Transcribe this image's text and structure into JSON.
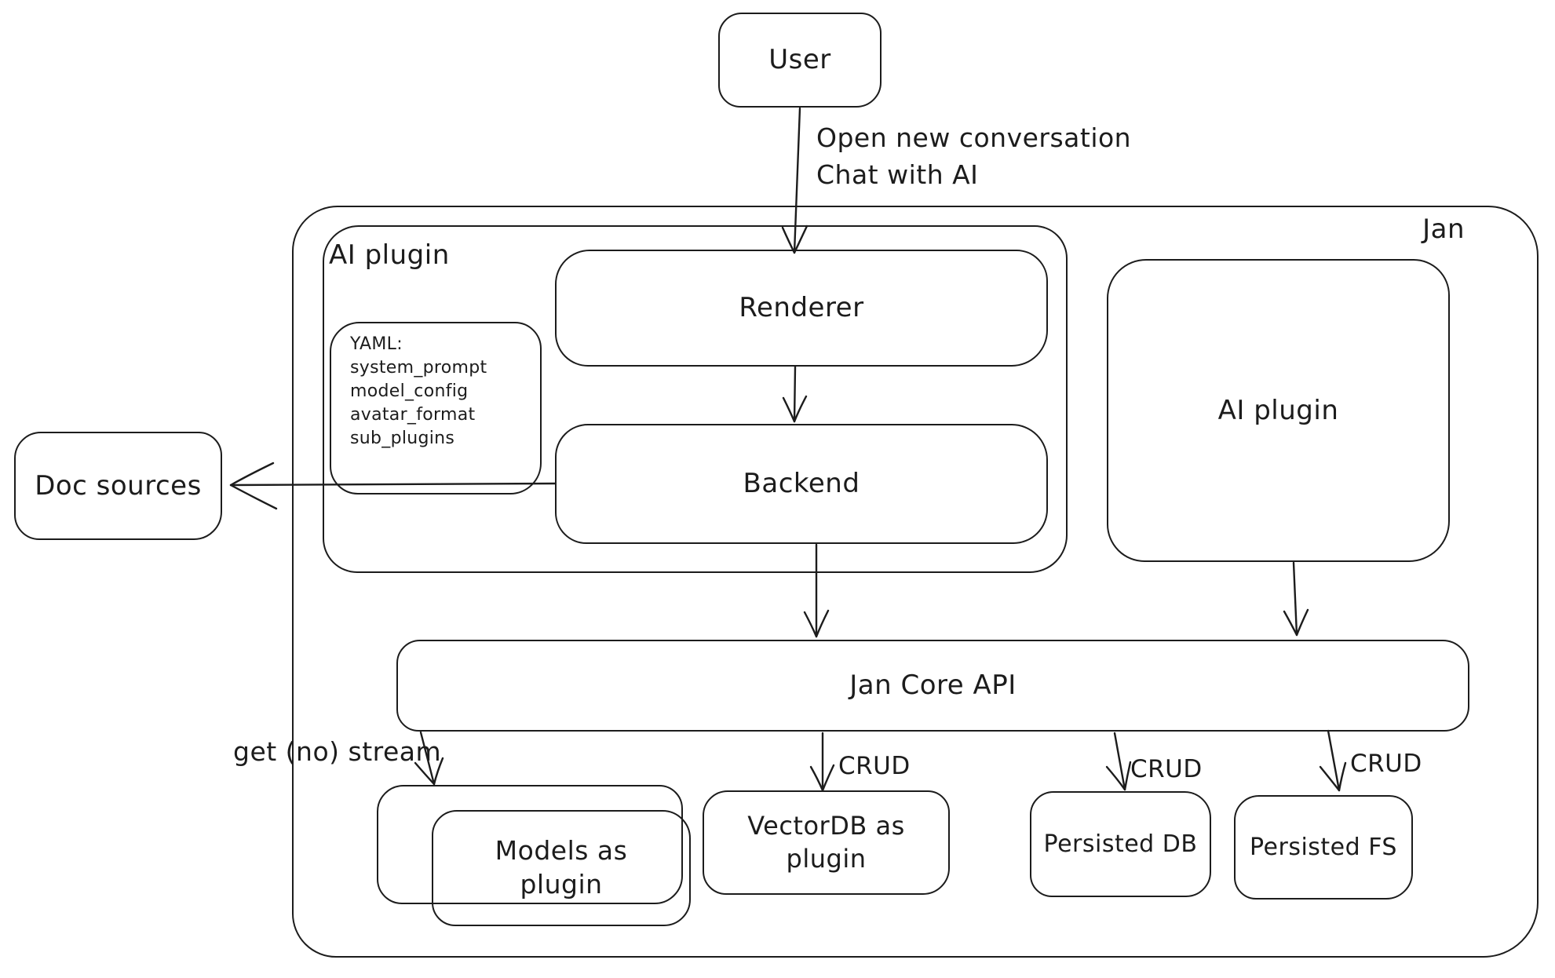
{
  "diagram": {
    "nodes": {
      "user": {
        "label": "User"
      },
      "jan_container": {
        "label": "Jan"
      },
      "ai_plugin_container": {
        "label": "AI plugin"
      },
      "renderer": {
        "label": "Renderer"
      },
      "yaml_note": {
        "heading": "YAML:",
        "items": [
          "system_prompt",
          "model_config",
          "avatar_format",
          "sub_plugins"
        ]
      },
      "backend": {
        "label": "Backend"
      },
      "doc_sources": {
        "label": "Doc sources"
      },
      "ai_plugin_right": {
        "label": "AI plugin"
      },
      "jan_core_api": {
        "label": "Jan Core API"
      },
      "models_as_plugin": {
        "label": "Models as plugin"
      },
      "vectordb_as_plugin": {
        "label": "VectorDB as plugin"
      },
      "persisted_db": {
        "label": "Persisted DB"
      },
      "persisted_fs": {
        "label": "Persisted FS"
      }
    },
    "edge_labels": {
      "user_flow_line1": "Open new conversation",
      "user_flow_line2": "Chat with AI",
      "models_stream": "get (no) stream",
      "crud_vectordb": "CRUD",
      "crud_persisted_db": "CRUD",
      "crud_persisted_fs": "CRUD"
    },
    "colors": {
      "stroke": "#1c1c1c",
      "background": "#ffffff"
    }
  }
}
